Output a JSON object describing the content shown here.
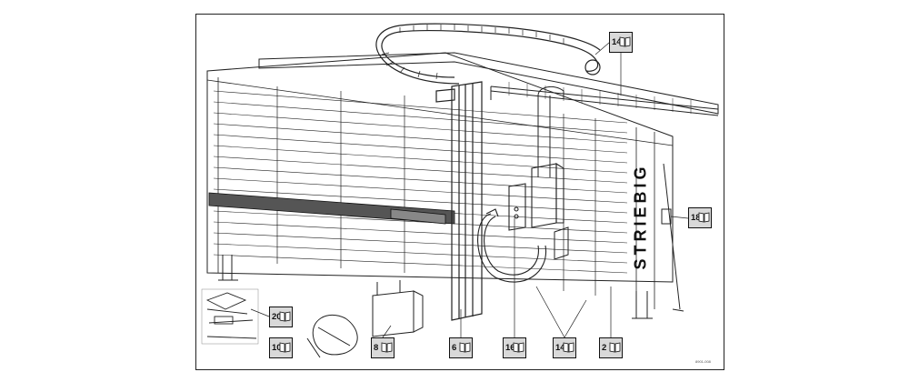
{
  "brand": "STRIEBIG",
  "reference_code": "8901-008",
  "callouts": [
    {
      "id": "c14top",
      "label": "14",
      "icon": "book-icon"
    },
    {
      "id": "c18",
      "label": "18",
      "icon": "book-icon"
    },
    {
      "id": "c20",
      "label": "20",
      "icon": "book-icon"
    },
    {
      "id": "c10",
      "label": "10",
      "icon": "book-icon"
    },
    {
      "id": "c8",
      "label": "8",
      "icon": "book-icon"
    },
    {
      "id": "c6",
      "label": "6",
      "icon": "book-icon"
    },
    {
      "id": "c16",
      "label": "16",
      "icon": "book-icon"
    },
    {
      "id": "c14bot",
      "label": "14",
      "icon": "book-icon"
    },
    {
      "id": "c2",
      "label": "2",
      "icon": "book-icon"
    }
  ],
  "colors": {
    "line": "#222222",
    "callout_fill": "#d9d9d9",
    "frame": "#222222"
  }
}
